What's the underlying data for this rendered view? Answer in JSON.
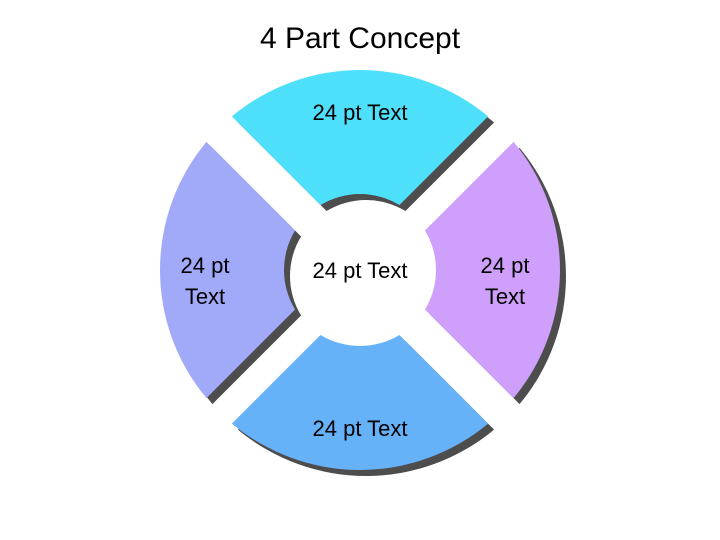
{
  "title": "4 Part Concept",
  "segments": {
    "top": {
      "label": "24 pt Text",
      "color": "#4ee0fb"
    },
    "left": {
      "label_line1": "24 pt",
      "label_line2": "Text",
      "color": "#a0aaf9"
    },
    "right": {
      "label_line1": "24 pt",
      "label_line2": "Text",
      "color": "#cfa0fb"
    },
    "bottom": {
      "label": "24 pt Text",
      "color": "#66b2f9"
    }
  },
  "center": {
    "label": "24 pt Text"
  },
  "shadow_color": "#4d4d4d"
}
